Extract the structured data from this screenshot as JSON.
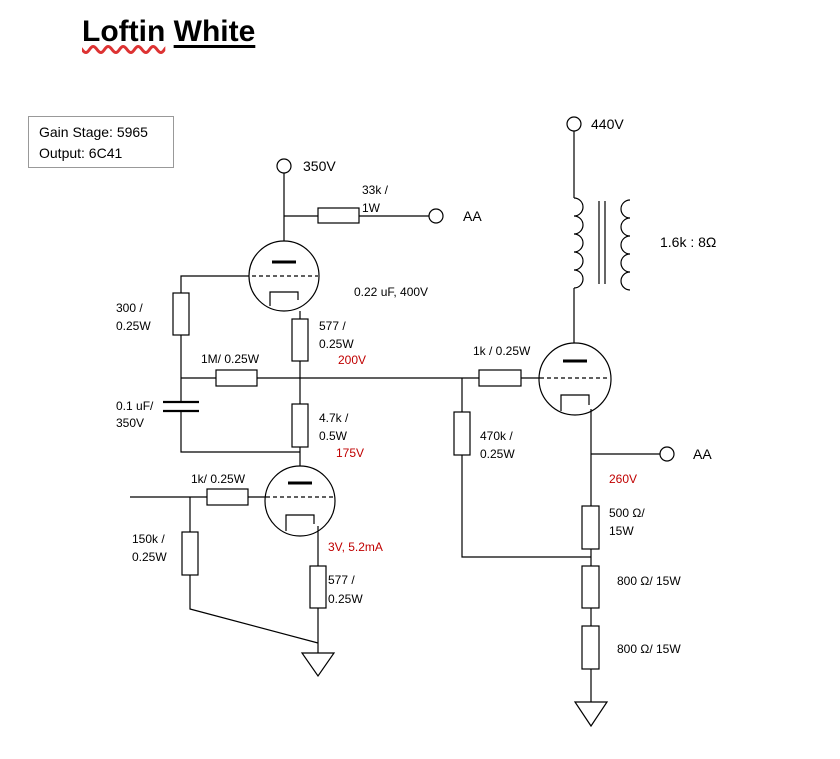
{
  "title": {
    "part1": "Loftin",
    "part2": "White"
  },
  "info": {
    "gain_stage": "Gain Stage: 5965",
    "output": "Output: 6C41"
  },
  "supplies": {
    "b_plus_low": "350V",
    "b_plus_high": "440V"
  },
  "outputs": {
    "aa_top": "AA",
    "aa_right": "AA"
  },
  "transformer": {
    "ratio": "1.6k : 8Ω"
  },
  "components": {
    "r_33k_a": "33k /",
    "r_33k_b": "1W",
    "r_300_a": "300 /",
    "r_300_b": "0.25W",
    "cap_022": "0.22 uF, 400V",
    "r_577_upper_a": "577 /",
    "r_577_upper_b": "0.25W",
    "r_1m": "1M/ 0.25W",
    "cap_01_a": "0.1 uF/",
    "cap_01_b": "350V",
    "r_47k_a": "4.7k /",
    "r_47k_b": "0.5W",
    "r_1k_grid": "1k/ 0.25W",
    "r_150k_a": "150k /",
    "r_150k_b": "0.25W",
    "r_577_lower_a": "577 /",
    "r_577_lower_b": "0.25W",
    "r_1k_output": "1k / 0.25W",
    "r_470k_a": "470k /",
    "r_470k_b": "0.25W",
    "r_500_a": "500 Ω/",
    "r_500_b": "15W",
    "r_800_a": "800 Ω/ 15W",
    "r_800_b": "800 Ω/ 15W"
  },
  "voltages": {
    "v_200": "200V",
    "v_175": "175V",
    "v_3": "3V, 5.2mA",
    "v_260": "260V"
  },
  "colors": {
    "annotation": "#c00000",
    "line": "#000000"
  }
}
